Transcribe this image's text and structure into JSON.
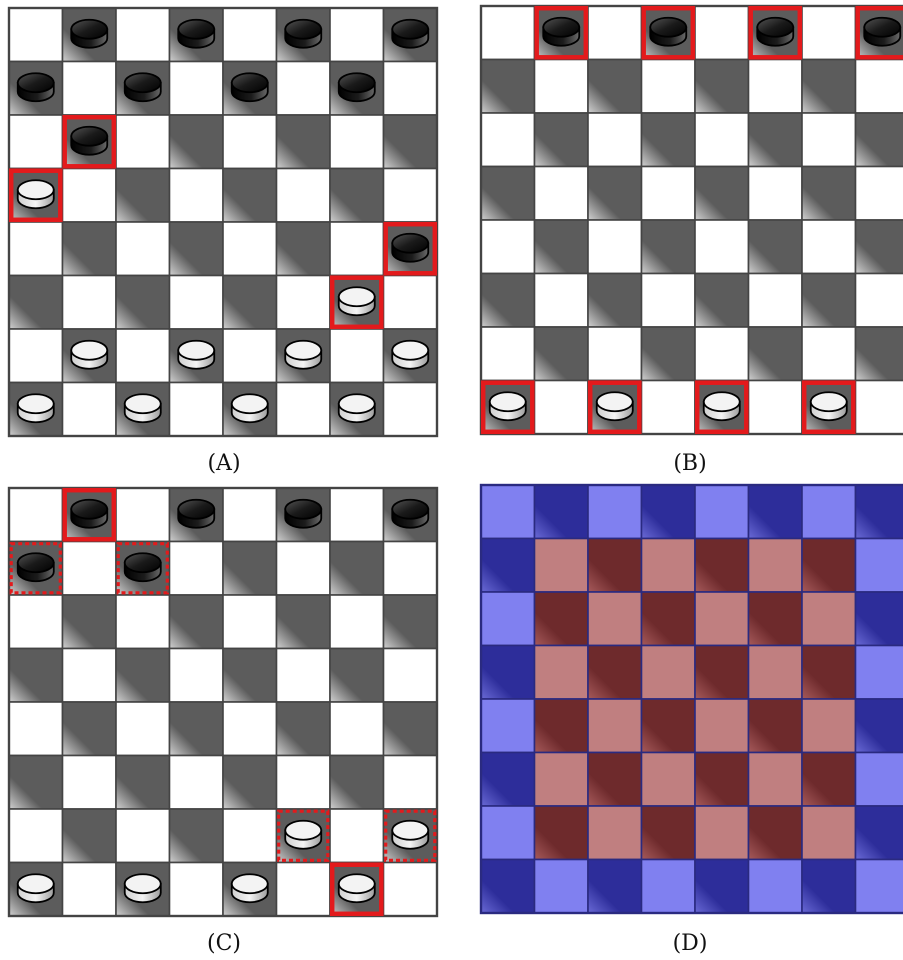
{
  "panels": [
    {
      "id": "a",
      "caption": "(A)",
      "style": "checkers",
      "colors": {
        "light": "#ffffff",
        "dark": "#5c5c5c",
        "dark_sheen": "#c8c8c8",
        "grid": "#444444",
        "highlight": "#e31a1c"
      },
      "pieces": [
        {
          "row": 0,
          "col": 1,
          "color": "black"
        },
        {
          "row": 0,
          "col": 3,
          "color": "black"
        },
        {
          "row": 0,
          "col": 5,
          "color": "black"
        },
        {
          "row": 0,
          "col": 7,
          "color": "black"
        },
        {
          "row": 1,
          "col": 0,
          "color": "black"
        },
        {
          "row": 1,
          "col": 2,
          "color": "black"
        },
        {
          "row": 1,
          "col": 4,
          "color": "black"
        },
        {
          "row": 1,
          "col": 6,
          "color": "black"
        },
        {
          "row": 2,
          "col": 1,
          "color": "black"
        },
        {
          "row": 3,
          "col": 0,
          "color": "white"
        },
        {
          "row": 4,
          "col": 7,
          "color": "black"
        },
        {
          "row": 5,
          "col": 6,
          "color": "white"
        },
        {
          "row": 6,
          "col": 1,
          "color": "white"
        },
        {
          "row": 6,
          "col": 3,
          "color": "white"
        },
        {
          "row": 6,
          "col": 5,
          "color": "white"
        },
        {
          "row": 6,
          "col": 7,
          "color": "white"
        },
        {
          "row": 7,
          "col": 0,
          "color": "white"
        },
        {
          "row": 7,
          "col": 2,
          "color": "white"
        },
        {
          "row": 7,
          "col": 4,
          "color": "white"
        },
        {
          "row": 7,
          "col": 6,
          "color": "white"
        }
      ],
      "highlights": [
        {
          "row": 2,
          "col": 1,
          "style": "solid"
        },
        {
          "row": 3,
          "col": 0,
          "style": "solid"
        },
        {
          "row": 4,
          "col": 7,
          "style": "solid"
        },
        {
          "row": 5,
          "col": 6,
          "style": "solid"
        }
      ]
    },
    {
      "id": "b",
      "caption": "(B)",
      "style": "checkers",
      "colors": {
        "light": "#ffffff",
        "dark": "#5c5c5c",
        "dark_sheen": "#c8c8c8",
        "grid": "#444444",
        "highlight": "#e31a1c"
      },
      "pieces": [
        {
          "row": 0,
          "col": 1,
          "color": "black"
        },
        {
          "row": 0,
          "col": 3,
          "color": "black"
        },
        {
          "row": 0,
          "col": 5,
          "color": "black"
        },
        {
          "row": 0,
          "col": 7,
          "color": "black"
        },
        {
          "row": 7,
          "col": 0,
          "color": "white"
        },
        {
          "row": 7,
          "col": 2,
          "color": "white"
        },
        {
          "row": 7,
          "col": 4,
          "color": "white"
        },
        {
          "row": 7,
          "col": 6,
          "color": "white"
        }
      ],
      "highlights": [
        {
          "row": 0,
          "col": 1,
          "style": "solid"
        },
        {
          "row": 0,
          "col": 3,
          "style": "solid"
        },
        {
          "row": 0,
          "col": 5,
          "style": "solid"
        },
        {
          "row": 0,
          "col": 7,
          "style": "solid"
        },
        {
          "row": 7,
          "col": 0,
          "style": "solid"
        },
        {
          "row": 7,
          "col": 2,
          "style": "solid"
        },
        {
          "row": 7,
          "col": 4,
          "style": "solid"
        },
        {
          "row": 7,
          "col": 6,
          "style": "solid"
        }
      ]
    },
    {
      "id": "c",
      "caption": "(C)",
      "style": "checkers",
      "colors": {
        "light": "#ffffff",
        "dark": "#5c5c5c",
        "dark_sheen": "#c8c8c8",
        "grid": "#444444",
        "highlight": "#e31a1c"
      },
      "pieces": [
        {
          "row": 0,
          "col": 1,
          "color": "black"
        },
        {
          "row": 0,
          "col": 3,
          "color": "black"
        },
        {
          "row": 0,
          "col": 5,
          "color": "black"
        },
        {
          "row": 0,
          "col": 7,
          "color": "black"
        },
        {
          "row": 1,
          "col": 0,
          "color": "black"
        },
        {
          "row": 1,
          "col": 2,
          "color": "black"
        },
        {
          "row": 6,
          "col": 5,
          "color": "white"
        },
        {
          "row": 6,
          "col": 7,
          "color": "white"
        },
        {
          "row": 7,
          "col": 0,
          "color": "white"
        },
        {
          "row": 7,
          "col": 2,
          "color": "white"
        },
        {
          "row": 7,
          "col": 4,
          "color": "white"
        },
        {
          "row": 7,
          "col": 6,
          "color": "white"
        }
      ],
      "highlights": [
        {
          "row": 0,
          "col": 1,
          "style": "solid"
        },
        {
          "row": 1,
          "col": 0,
          "style": "dotted"
        },
        {
          "row": 1,
          "col": 2,
          "style": "dotted"
        },
        {
          "row": 6,
          "col": 5,
          "style": "dotted"
        },
        {
          "row": 6,
          "col": 7,
          "style": "dotted"
        },
        {
          "row": 7,
          "col": 6,
          "style": "solid"
        }
      ]
    },
    {
      "id": "d",
      "caption": "(D)",
      "style": "regions",
      "colors": {
        "border_light": "#8080f0",
        "border_dark": "#2d2d9a",
        "interior_light": "#c07f80",
        "interior_dark": "#6e2a2c",
        "grid": "#2a2a80"
      },
      "pieces": [],
      "highlights": []
    }
  ]
}
